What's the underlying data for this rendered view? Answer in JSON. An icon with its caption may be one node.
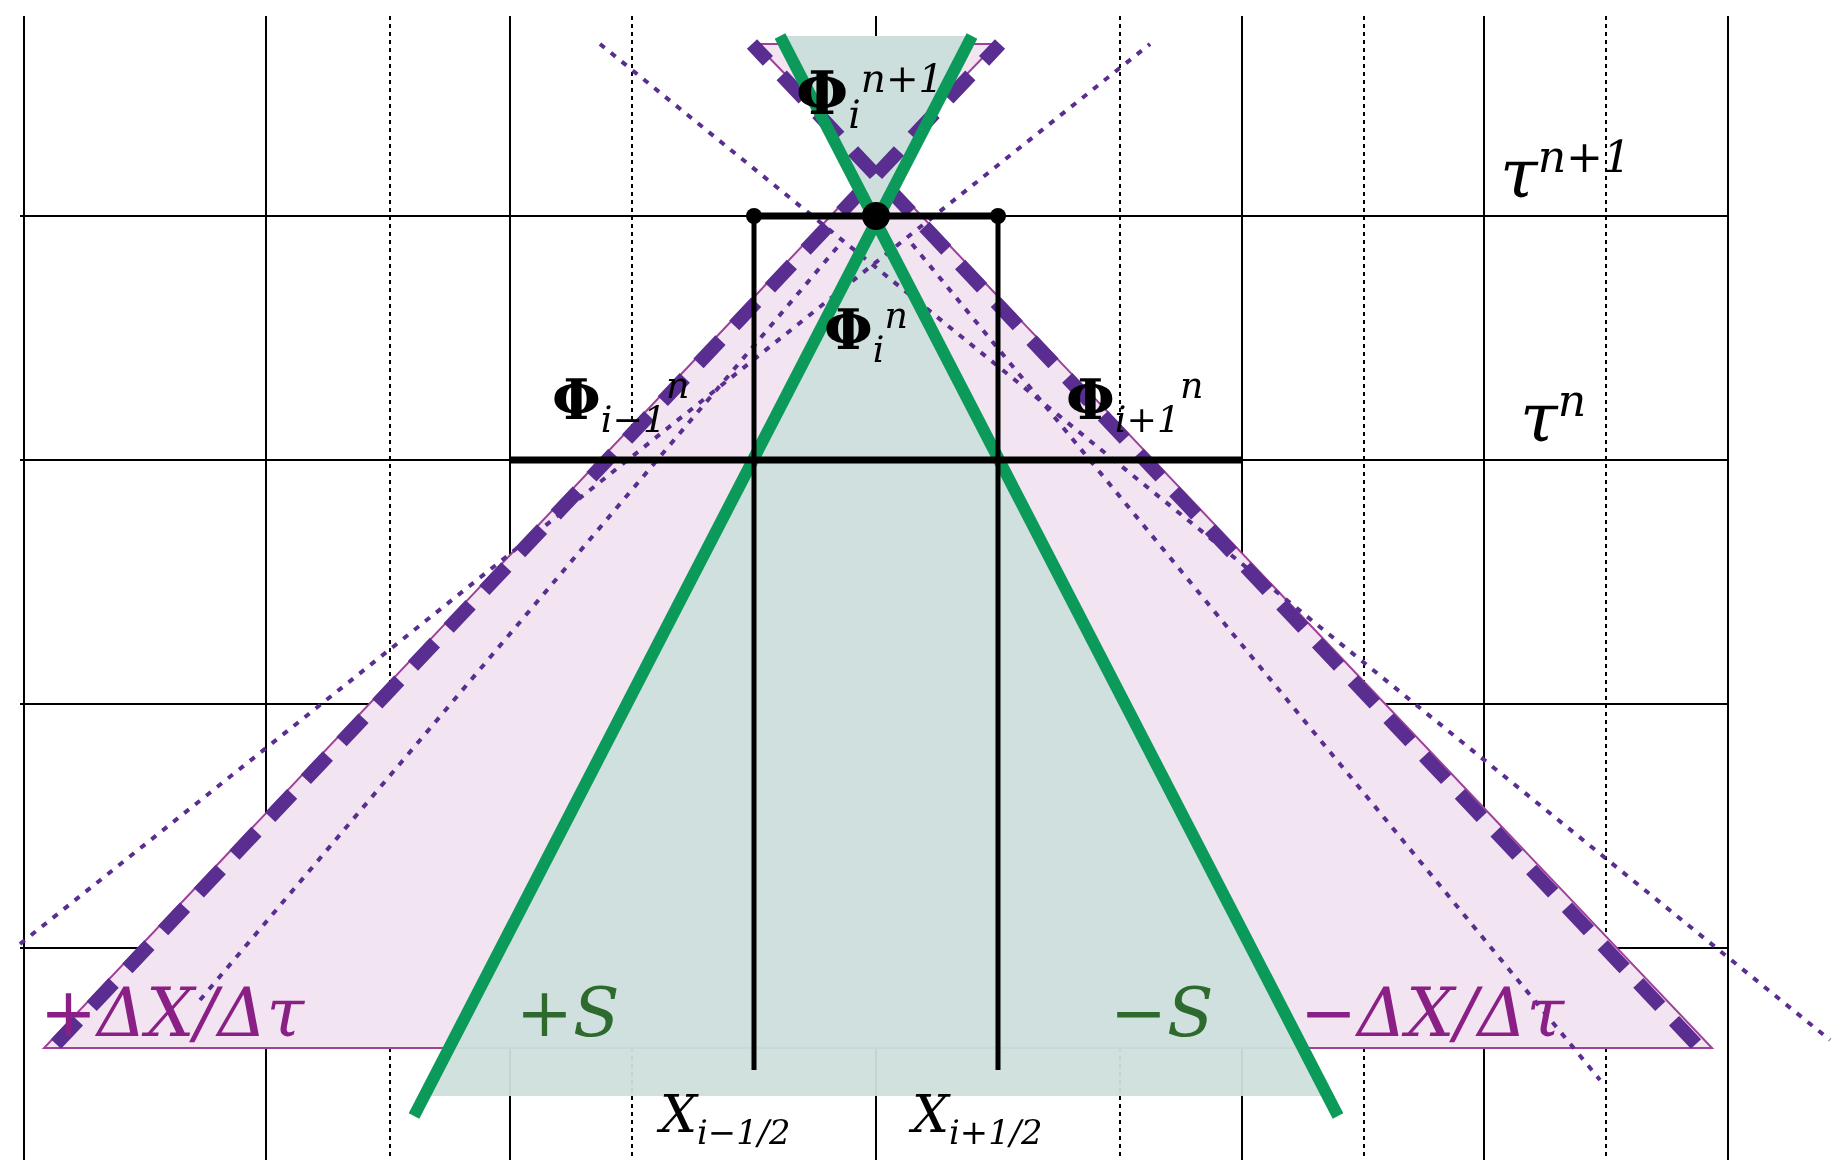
{
  "diagram": {
    "labels": [
      "**Φ**$_{i}$$^{n+1}$",
      "τ$^{n+1}$",
      "**Φ**$_{i−1}$$^{n}$",
      "**Φ**$_{i}$$^{n}$",
      "**Φ**$_{i+1}$$^{n}$",
      "τ$^{n}$",
      "+ΔX/Δτ",
      "+S",
      "−S",
      "−ΔX/Δτ",
      "X$_{i−1/2}$",
      "X$_{i+1/2}$"
    ]
  }
}
